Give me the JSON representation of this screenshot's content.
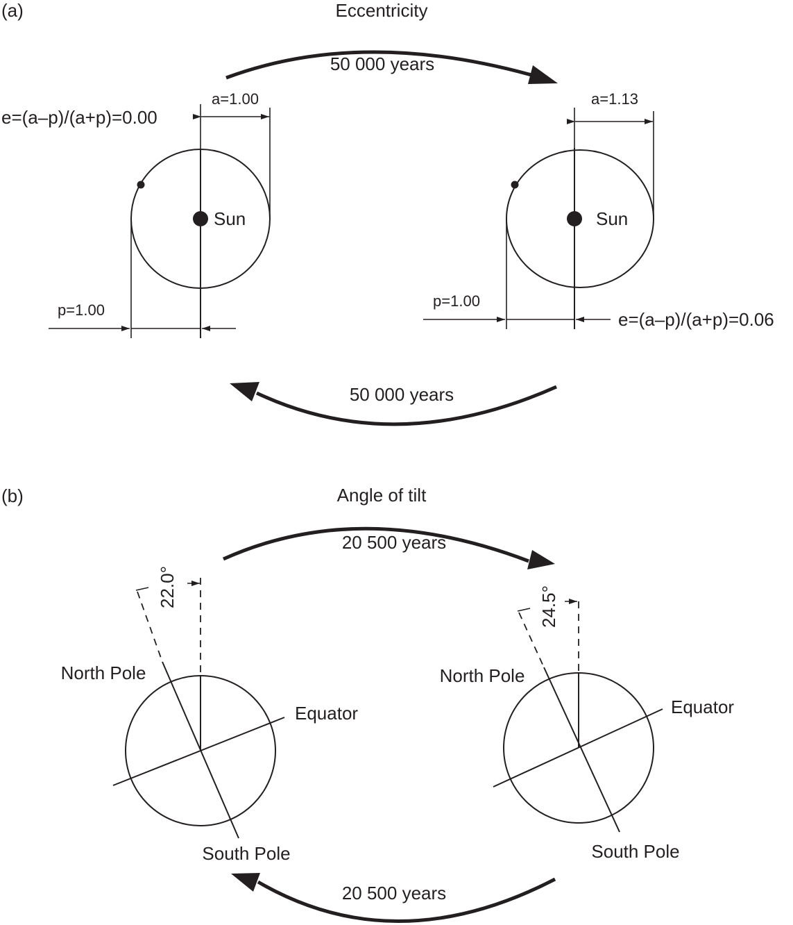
{
  "panel_a": {
    "label": "(a)",
    "title": "Eccentricity",
    "top_arrow_period": "50 000 years",
    "bottom_arrow_period": "50 000 years",
    "left_orbit": {
      "a_label": "a=1.00",
      "p_label": "p=1.00",
      "e_formula": "e=(a–p)/(a+p)=0.00",
      "sun_label": "Sun"
    },
    "right_orbit": {
      "a_label": "a=1.13",
      "p_label": "p=1.00",
      "e_formula": "e=(a–p)/(a+p)=0.06",
      "sun_label": "Sun"
    }
  },
  "panel_b": {
    "label": "(b)",
    "title": "Angle of tilt",
    "top_arrow_period": "20 500 years",
    "bottom_arrow_period": "20 500 years",
    "left_globe": {
      "tilt_label": "22.0°",
      "north_pole": "North Pole",
      "south_pole": "South Pole",
      "equator": "Equator"
    },
    "right_globe": {
      "tilt_label": "24.5°",
      "north_pole": "North Pole",
      "south_pole": "South Pole",
      "equator": "Equator"
    }
  }
}
